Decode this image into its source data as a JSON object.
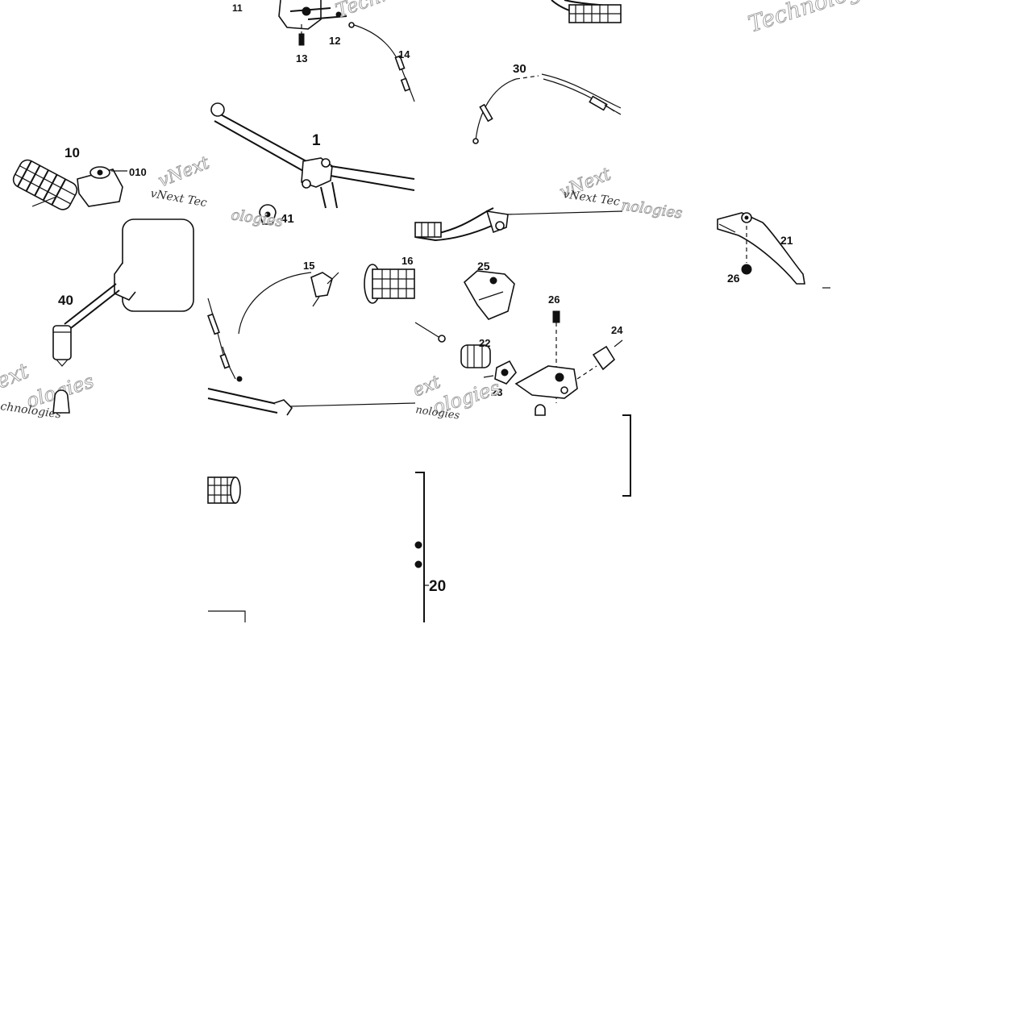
{
  "diagram": {
    "callouts": [
      "11",
      "12",
      "13",
      "14",
      "30",
      "1",
      "10",
      "010",
      "41",
      "21",
      "26",
      "40",
      "15",
      "16",
      "25",
      "26",
      "22",
      "23",
      "24",
      "20"
    ],
    "watermarks": {
      "brand_short": "vNext",
      "brand_fragment": "Techno",
      "brand_full_a": "vNext Tec",
      "brand_full_b": "vNext Tec",
      "technologies": "Technologies",
      "chnologies": "chnologies",
      "nologies": "nologies",
      "ologies": "ologies",
      "ext": "ext"
    }
  }
}
